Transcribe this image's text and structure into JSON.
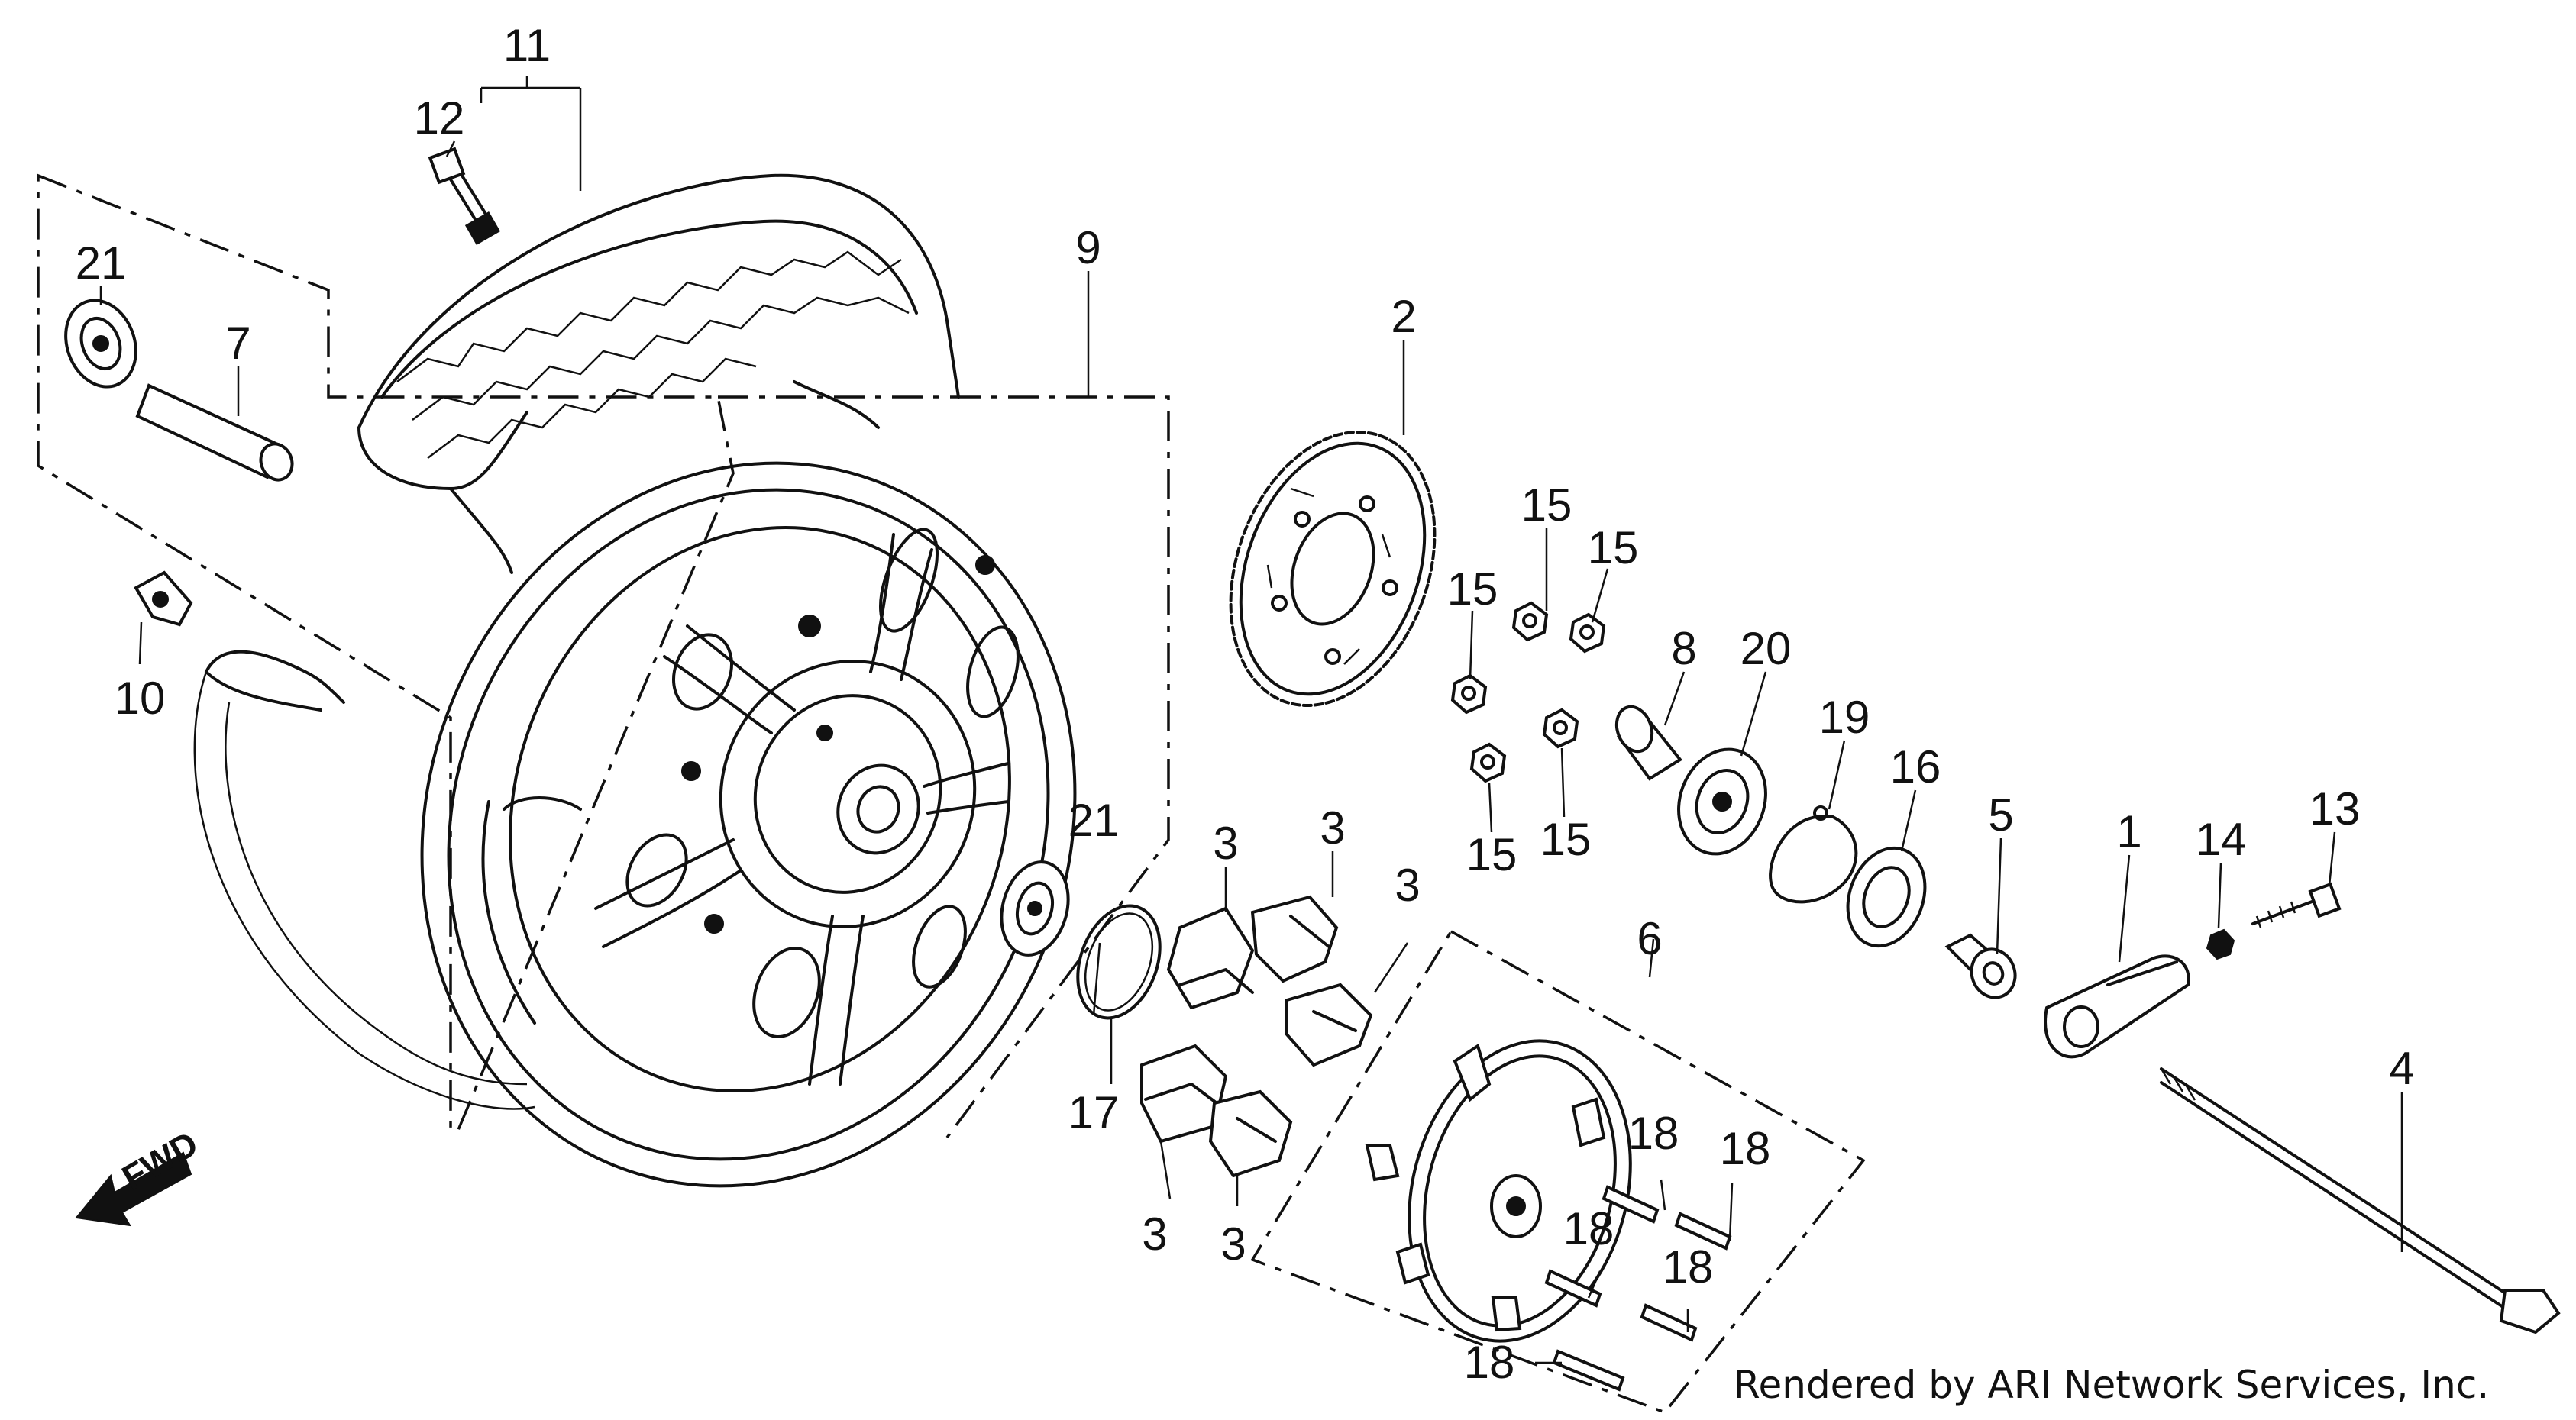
{
  "callouts": {
    "c1": "1",
    "c2": "2",
    "c3a": "3",
    "c3b": "3",
    "c3c": "3",
    "c3d": "3",
    "c3e": "3",
    "c4": "4",
    "c5": "5",
    "c6": "6",
    "c7": "7",
    "c8": "8",
    "c9": "9",
    "c10": "10",
    "c11": "11",
    "c12": "12",
    "c13": "13",
    "c14": "14",
    "c15a": "15",
    "c15b": "15",
    "c15c": "15",
    "c15d": "15",
    "c15e": "15",
    "c16": "16",
    "c17": "17",
    "c18a": "18",
    "c18b": "18",
    "c18c": "18",
    "c18d": "18",
    "c18e": "18",
    "c19": "19",
    "c20": "20",
    "c21a": "21",
    "c21b": "21"
  },
  "direction_label": "FWD",
  "credit": "Rendered by ARI Network Services, Inc."
}
